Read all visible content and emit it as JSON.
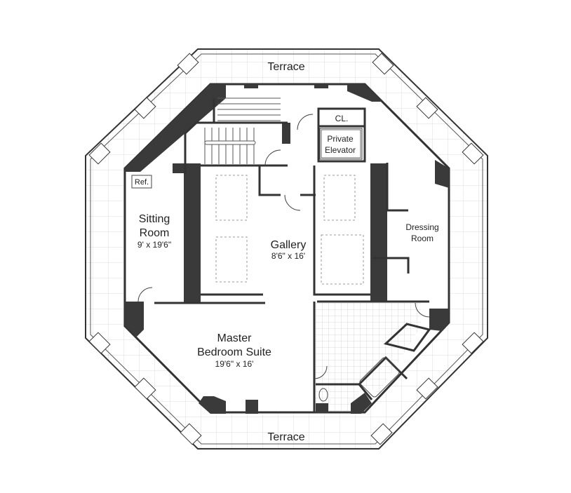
{
  "terrace_top": {
    "label": "Terrace"
  },
  "terrace_bottom": {
    "label": "Terrace"
  },
  "sitting_room": {
    "name_line1": "Sitting",
    "name_line2": "Room",
    "size": "9' x 19'6\""
  },
  "gallery": {
    "name": "Gallery",
    "size": "8'6\" x 16'"
  },
  "master": {
    "name_line1": "Master",
    "name_line2": "Bedroom Suite",
    "size": "19'6\" x 16'"
  },
  "dressing_room": {
    "name_line1": "Dressing",
    "name_line2": "Room"
  },
  "elevator": {
    "name_line1": "Private",
    "name_line2": "Elevator"
  },
  "closet": {
    "label": "CL."
  },
  "ref": {
    "label": "Ref."
  },
  "colors": {
    "wall": "#3a3a3a",
    "grid": "#d8d8d8",
    "line": "#333333"
  }
}
